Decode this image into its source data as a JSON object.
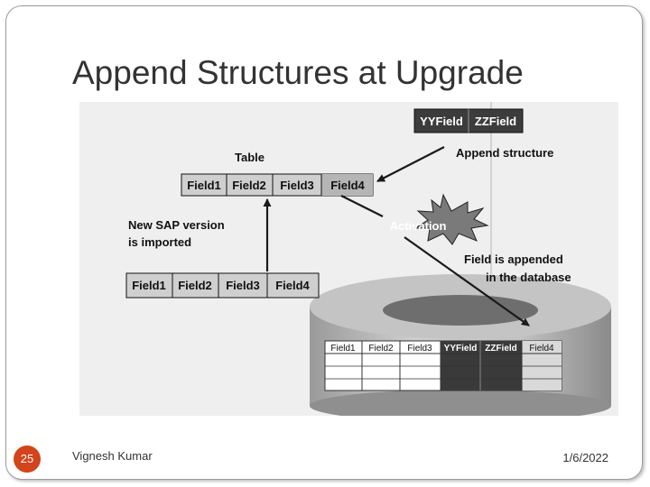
{
  "slide": {
    "title": "Append Structures at Upgrade",
    "number": "25",
    "author": "Vignesh Kumar",
    "date": "1/6/2022"
  },
  "diagram": {
    "append_fields": [
      "YYField",
      "ZZField"
    ],
    "append_structure_label": "Append structure",
    "table_label": "Table",
    "new_table_fields": [
      "Field1",
      "Field2",
      "Field3",
      "Field4"
    ],
    "new_sap_version_lines": [
      "New SAP version",
      "is imported"
    ],
    "activation_label": "Activation",
    "old_table_fields": [
      "Field1",
      "Field2",
      "Field3",
      "Field4"
    ],
    "field_appended_lines": [
      "Field is appended",
      "in the database"
    ],
    "db_fields": [
      "Field1",
      "Field2",
      "Field3",
      "YYField",
      "ZZField",
      "Field4"
    ]
  },
  "colors": {
    "badge": "#d2441c",
    "field_fill": "#cfcfcf",
    "append_fill": "#3c3c3c",
    "star_fill": "#7a7a7a"
  }
}
